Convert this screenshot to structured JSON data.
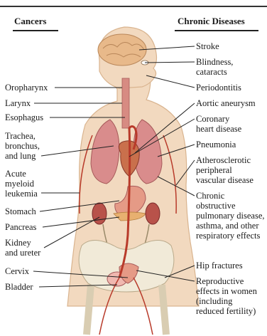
{
  "headers": {
    "left": "Cancers",
    "right": "Chronic Diseases"
  },
  "cancers": [
    "Oropharynx",
    "Larynx",
    "Esophagus",
    "Trachea,\nbronchus,\nand lung",
    "Acute\nmyeloid\nleukemia",
    "Stomach",
    "Pancreas",
    "Kidney\nand ureter",
    "Cervix",
    "Bladder"
  ],
  "chronic": [
    "Stroke",
    "Blindness,\ncataracts",
    "Periodontitis",
    "Aortic aneurysm",
    "Coronary\nheart disease",
    "Pneumonia",
    "Atherosclerotic\nperipheral\nvascular disease",
    "Chronic\nobstructive\npulmonary disease,\nasthma, and other\nrespiratory effects",
    "Hip fractures",
    "Reproductive\neffects in women\n(including\nreduced fertility)"
  ],
  "colors": {
    "skin": "#f2d9bf",
    "skin_edge": "#d9b48f",
    "brain": "#e8b98a",
    "lung": "#d98c8c",
    "vessel": "#b83a2a",
    "organ": "#c9704c",
    "bone": "#f1ead8",
    "line": "#222222"
  }
}
